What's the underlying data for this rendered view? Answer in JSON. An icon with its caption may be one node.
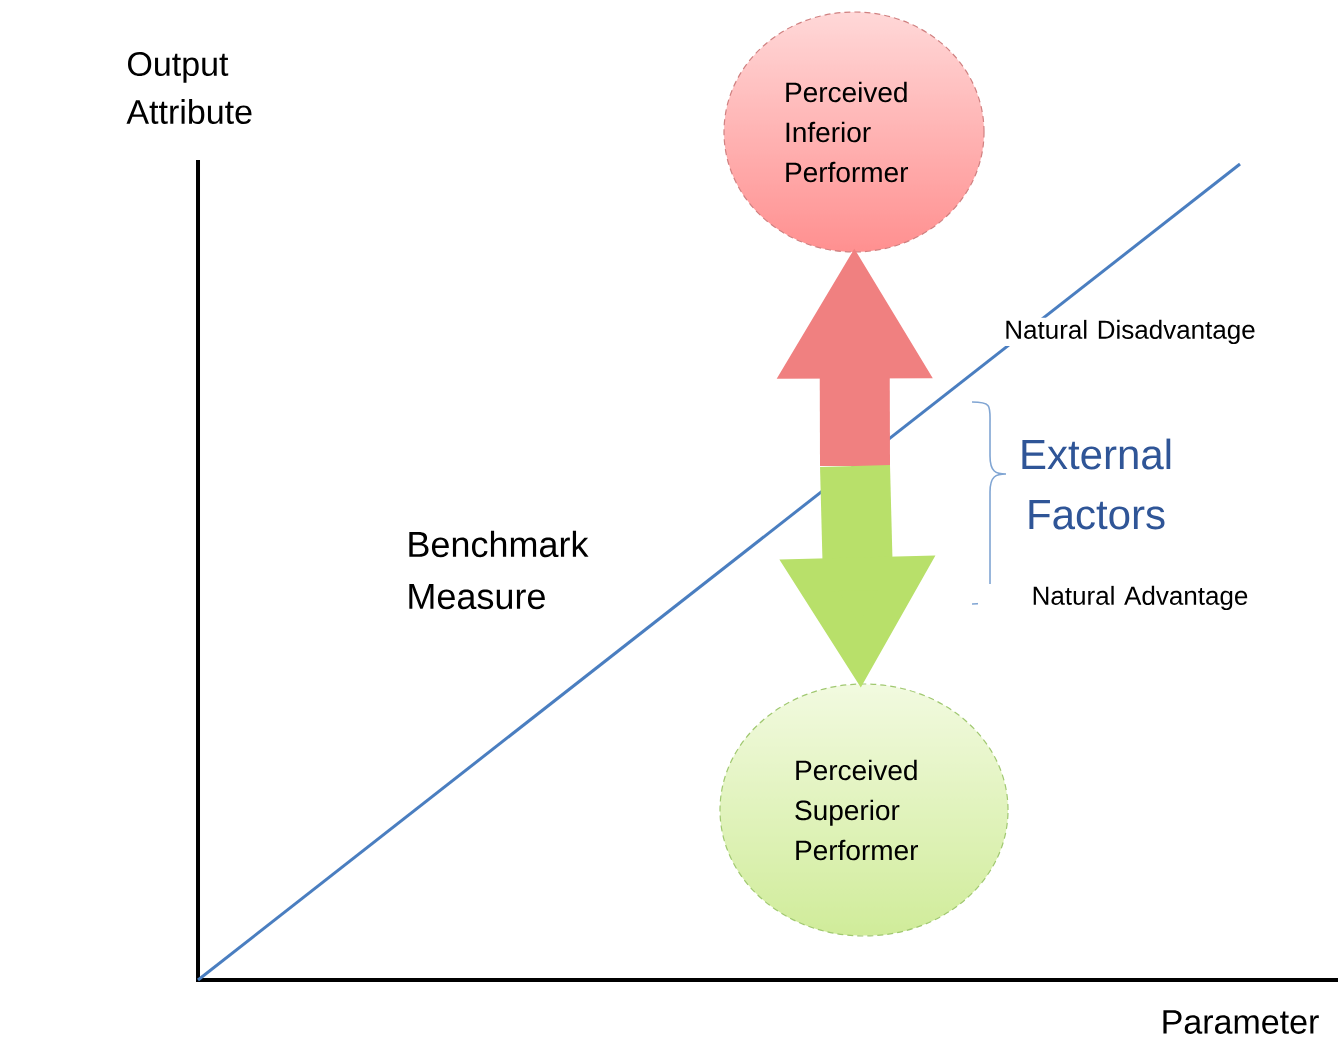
{
  "diagram": {
    "nodes": [
      {
        "text": [
          "Perceived Inferior Performer"
        ]
      },
      {
        "text": [
          "Perceived Superior Performer"
        ]
      }
    ],
    "edges": [
      {
        "from": null,
        "to": 0,
        "arrow": "to",
        "color": "#f08080"
      },
      {
        "from": null,
        "to": 1,
        "arrow": "to",
        "color": "#b8e06a"
      }
    ],
    "labels": [
      "Output Attribute",
      "Natural Disadvantage",
      "External Factors",
      "Benchmark Measure",
      "Natural Advantage",
      "Parameter"
    ]
  }
}
